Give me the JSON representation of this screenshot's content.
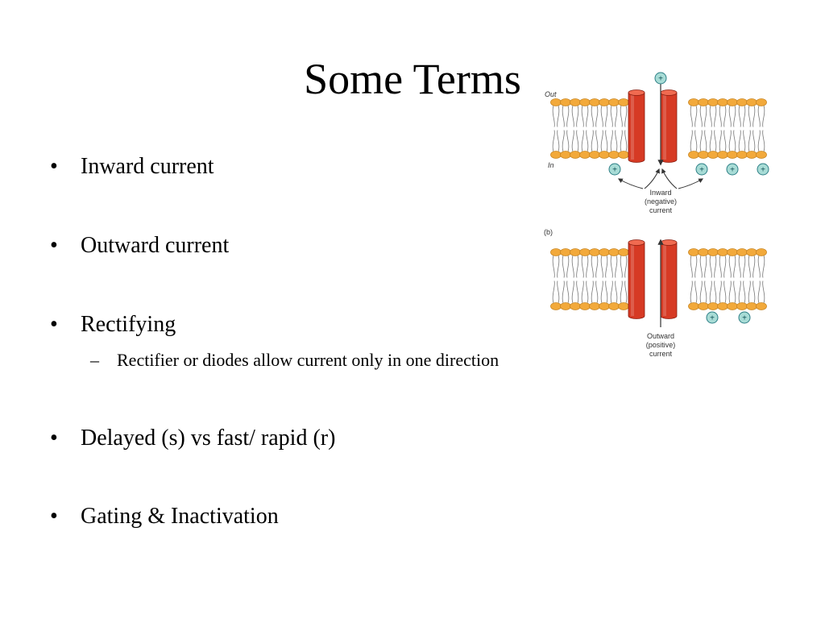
{
  "title": "Some Terms",
  "bullets": [
    {
      "text": "Inward current"
    },
    {
      "text": "Outward current"
    },
    {
      "text": "Rectifying"
    },
    {
      "text": "Delayed (s) vs fast/ rapid (r)"
    },
    {
      "text": "Gating & Inactivation"
    }
  ],
  "sub_bullets": [
    {
      "text": "Rectifier or diodes allow current only in one direction"
    }
  ],
  "figure": {
    "panel_a": {
      "out_label": "Out",
      "in_label": "In",
      "ion_symbol": "+",
      "caption_line1": "Inward",
      "caption_line2": "(negative)",
      "caption_line3": "current"
    },
    "panel_b": {
      "panel_label": "(b)",
      "ion_symbol": "+",
      "caption_line1": "Outward",
      "caption_line2": "(positive)",
      "caption_line3": "current"
    },
    "colors": {
      "lipid_head": "#f2a93b",
      "lipid_head_stroke": "#c78420",
      "channel": "#d63a24",
      "channel_top": "#f06a50",
      "ion_fill": "#a8dcd6",
      "ion_stroke": "#2d7f86"
    }
  }
}
